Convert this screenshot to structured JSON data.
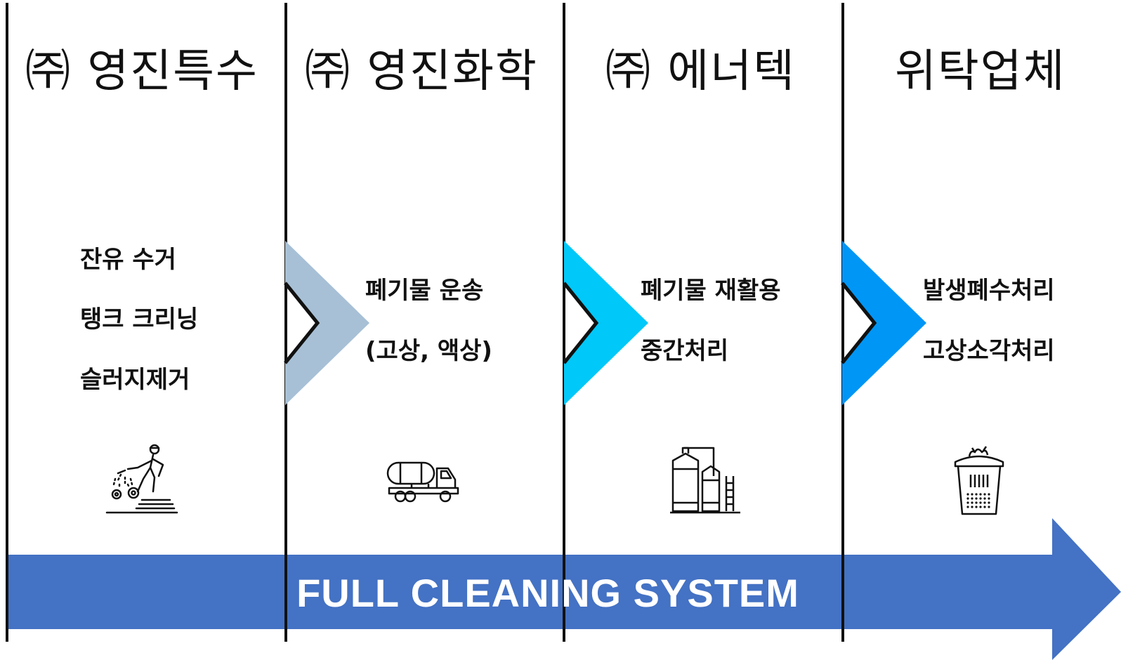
{
  "columns": [
    {
      "title": "㈜ 영진특수",
      "services": [
        "잔유 수거",
        "탱크 크리닝",
        "슬러지제거"
      ],
      "icon": "worker-cleaning-icon"
    },
    {
      "title": "㈜ 영진화학",
      "services": [
        "폐기물 운송",
        "(고상, 액상)"
      ],
      "icon": "tanker-truck-icon"
    },
    {
      "title": "㈜ 에너텍",
      "services": [
        "폐기물 재활용",
        "중간처리"
      ],
      "icon": "factory-tanks-icon"
    },
    {
      "title": "위탁업체",
      "services": [
        "발생폐수처리",
        "고상소각처리"
      ],
      "icon": "trash-bin-icon"
    }
  ],
  "banner": {
    "label": "FULL CLEANING SYSTEM"
  },
  "colors": {
    "banner": "#4472C4",
    "chevron_1": "#A7C0D6",
    "chevron_2": "#00C8F8",
    "chevron_3": "#0096F6",
    "lines": "#111111"
  }
}
